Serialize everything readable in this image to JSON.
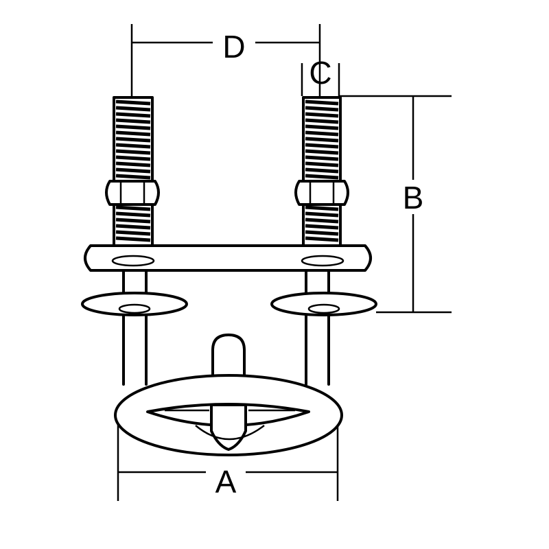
{
  "diagram": {
    "labels": {
      "a": "A",
      "b": "B",
      "c": "C",
      "d": "D"
    },
    "colors": {
      "ink": "#000000",
      "paper": "#ffffff"
    }
  }
}
